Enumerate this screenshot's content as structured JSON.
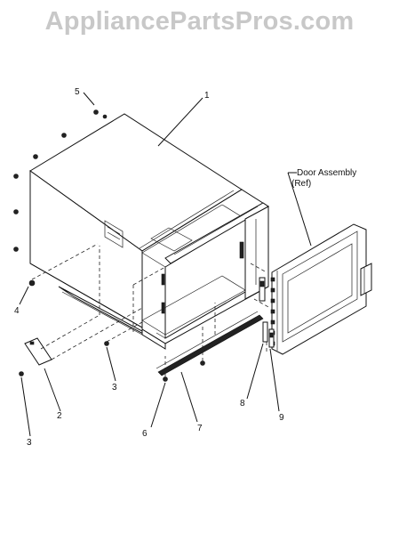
{
  "watermark": "AppliancePartsPros.com",
  "callouts": {
    "c1": "1",
    "c2": "2",
    "c3a": "3",
    "c3b": "3",
    "c4": "4",
    "c5": "5",
    "c6": "6",
    "c7": "7",
    "c8": "8",
    "c9": "9"
  },
  "door_label": {
    "line1": "Door Assembly",
    "line2": "(Ref)"
  }
}
